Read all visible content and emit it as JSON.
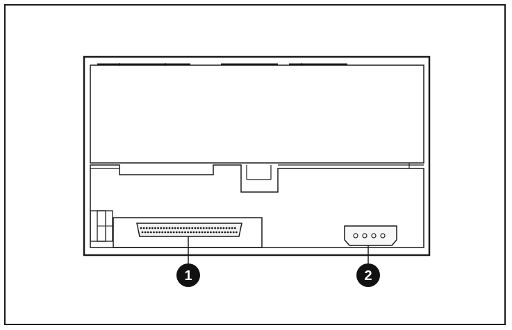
{
  "figure": {
    "description_kind": "rear-panel-illustration",
    "colors": {
      "line": "#1a1a1a",
      "background": "#ffffff",
      "callout_fill": "#111111",
      "callout_text": "#ffffff"
    },
    "callouts": [
      {
        "id": "scsi-connector",
        "label": "1"
      },
      {
        "id": "power-connector",
        "label": "2"
      }
    ]
  }
}
